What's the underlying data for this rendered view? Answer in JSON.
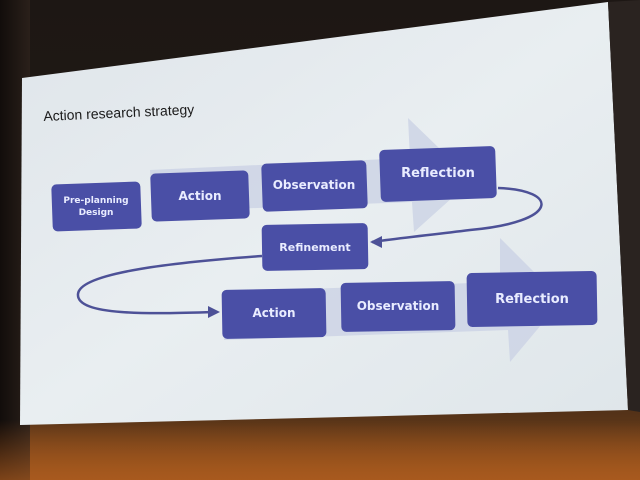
{
  "slide": {
    "title": "Action research strategy"
  },
  "diagram": {
    "cycle1": {
      "start": "Pre-planning Design",
      "start_lines": [
        "Pre-planning",
        "Design"
      ],
      "steps": [
        "Action",
        "Observation",
        "Reflection"
      ]
    },
    "bridge": "Refinement",
    "cycle2": {
      "steps": [
        "Action",
        "Observation",
        "Reflection"
      ]
    }
  },
  "colors": {
    "box_fill": "#4a4fa6",
    "box_text": "#e9ecff",
    "arrow_band": "#cdd2e4",
    "connector": "#4d5197",
    "slide_bg": "#e8edf0"
  }
}
